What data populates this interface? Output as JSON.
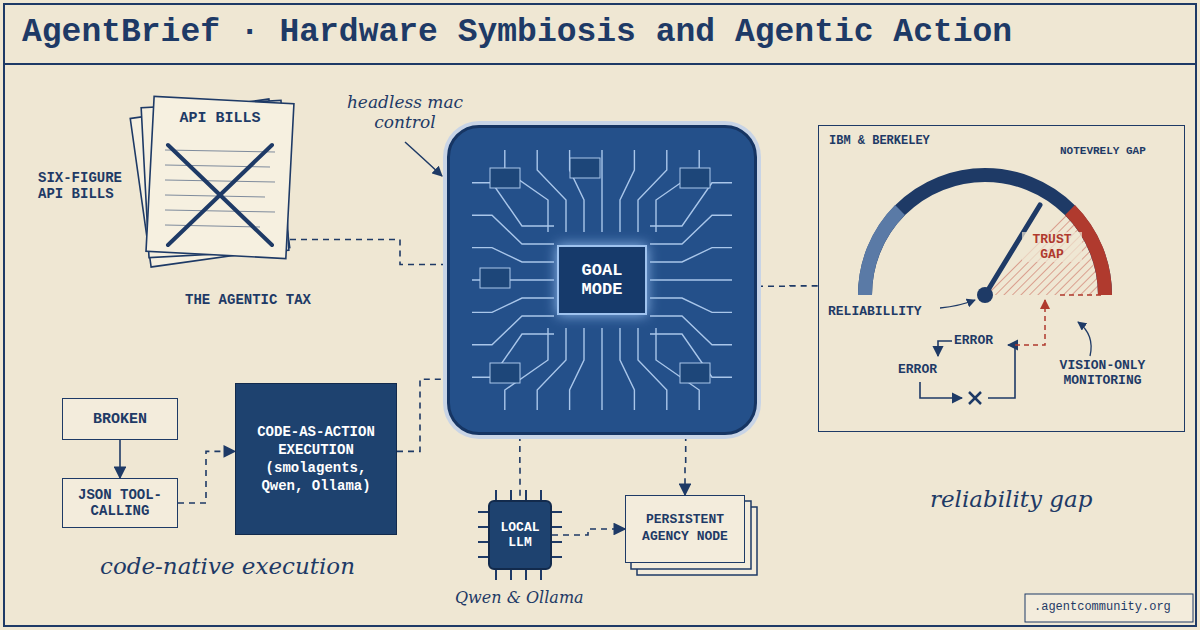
{
  "diagram": {
    "title": "AgentBrief · Hardware Symbiosis and Agentic Action",
    "nodes": [
      {
        "text": [
          "API BILLS"
        ]
      },
      {
        "text": [
          "GOAL MODE"
        ]
      },
      {
        "text": [
          "IBM & BERKELEY"
        ]
      },
      {
        "text": [
          "BROKEN"
        ]
      },
      {
        "text": [
          "JSON TOOL-CALLING"
        ]
      },
      {
        "text": [
          "CODE-AS-ACTION EXECUTION (smolagents, Qwen, Ollama)"
        ]
      },
      {
        "text": [
          "LOCAL LLM"
        ]
      },
      {
        "text": [
          "PERSISTENT AGENCY NODE"
        ]
      }
    ],
    "edges": [
      {
        "from": 0,
        "to": 1,
        "arrow": "none"
      },
      {
        "from": 1,
        "to": 2,
        "arrow": "none"
      },
      {
        "from": 3,
        "to": 4,
        "arrow": "to"
      },
      {
        "from": 4,
        "to": 5,
        "arrow": "to"
      },
      {
        "from": 5,
        "to": 1,
        "arrow": "none"
      },
      {
        "from": 1,
        "to": 6,
        "arrow": "none"
      },
      {
        "from": 1,
        "to": 7,
        "arrow": "to"
      },
      {
        "from": 6,
        "to": 7,
        "arrow": "to"
      }
    ],
    "labels": [
      "headless mac control",
      "SIX-FIGURE API BILLS",
      "THE AGENTIC TAX",
      "NOTEVRELY GAP",
      "TRUST GAP",
      "RELIABILLITY",
      "ERROR",
      "ERROR",
      "VISION-ONLY MONITORING",
      "reliability gap",
      "code-native execution",
      "Qwen & Ollama",
      ".agentcommunity.org"
    ]
  }
}
